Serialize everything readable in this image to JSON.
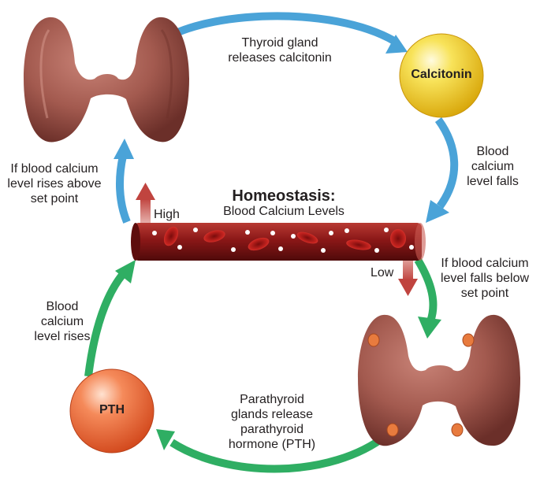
{
  "title": "Homeostasis:",
  "subtitle": "Blood Calcium Levels",
  "high_label": "High",
  "low_label": "Low",
  "calcitonin_label": "Calcitonin",
  "pth_label": "PTH",
  "thyroid_releases": "Thyroid gland releases calcitonin",
  "thyroid_releases_lines": [
    "Thyroid gland",
    "releases calcitonin"
  ],
  "level_falls_lines": [
    "Blood",
    "calcium",
    "level falls"
  ],
  "rises_above_lines": [
    "If blood calcium",
    "level rises above",
    "set point"
  ],
  "falls_below_lines": [
    "If blood calcium",
    "level falls below",
    "set point"
  ],
  "level_rises_lines": [
    "Blood",
    "calcium",
    "level rises"
  ],
  "parathyroid_lines": [
    "Parathyroid",
    "glands release",
    "parathyroid",
    "hormone (PTH)"
  ],
  "colors": {
    "blue_arrow": "#4aa3d8",
    "green_arrow": "#2fae63",
    "red_arrow": "#c0443f",
    "calcitonin": "#f2d02a",
    "pth": "#ee6a3c",
    "vessel": "#8c1c1c",
    "thyroid": "#a45a4f"
  }
}
